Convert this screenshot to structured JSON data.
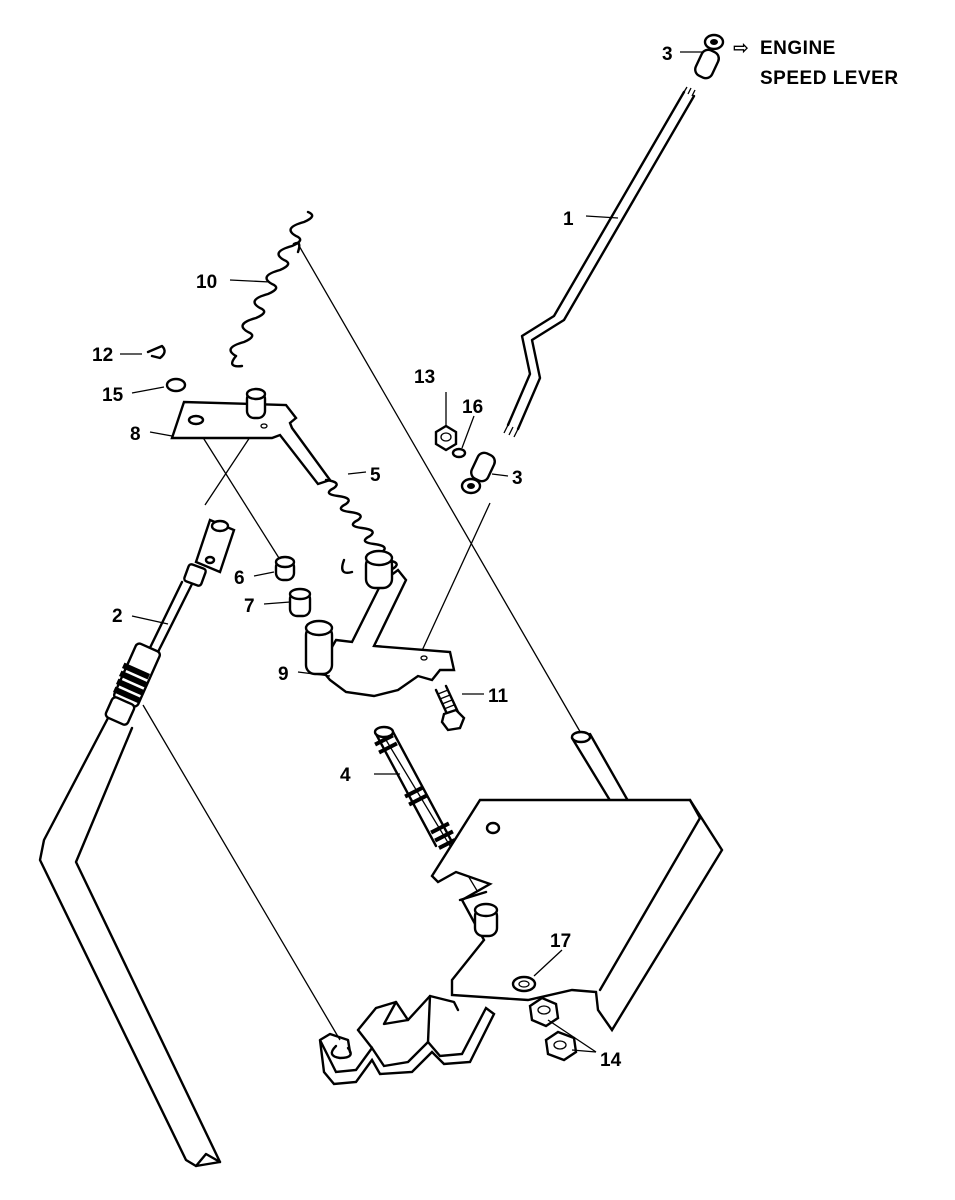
{
  "diagram": {
    "callouts": [
      "3",
      "1",
      "10",
      "12",
      "15",
      "8",
      "13",
      "16",
      "3",
      "5",
      "6",
      "7",
      "2",
      "9",
      "11",
      "4",
      "17",
      "14"
    ],
    "engine_note": {
      "line1": "ENGINE",
      "line2": "SPEED LEVER"
    },
    "arrow_symbol": "⇨"
  }
}
